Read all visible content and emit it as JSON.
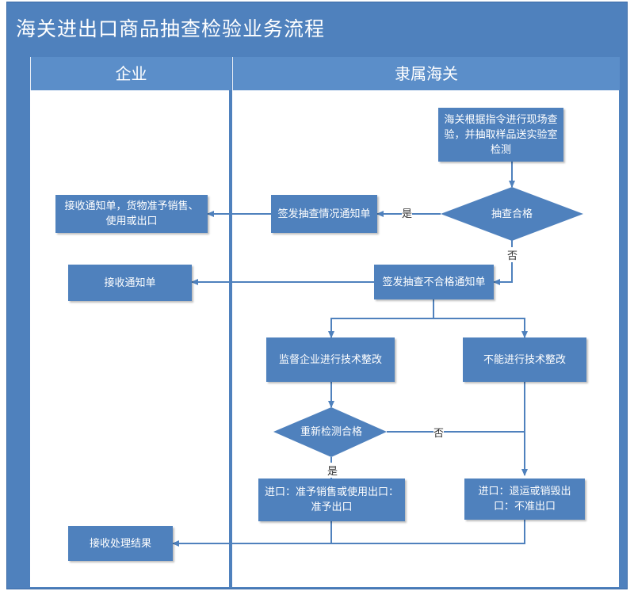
{
  "title": "海关进出口商品抽查检验业务流程",
  "lanes": {
    "left": "企业",
    "right": "隶属海关"
  },
  "nodes": {
    "on_site_inspection": "海关根据指令进行现场查验，并抽取样品送实验室检测",
    "spot_check_pass": "抽查合格",
    "issue_pass_notice": "签发抽查情况通知单",
    "receive_notice_pass": "接收通知单，货物准予销售、使用或出口",
    "issue_fail_notice": "签发抽查不合格通知单",
    "receive_notice": "接收通知单",
    "supervise_rectify": "监督企业进行技术整改",
    "cannot_rectify": "不能进行技术整改",
    "retest_pass": "重新检测合格",
    "result_pass": "进口：准予销售或使用出口：准予出口",
    "result_fail": "进口：退运或销毁出口：不准出口",
    "receive_result": "接收处理结果"
  },
  "edge_labels": {
    "yes_1": "是",
    "no_1": "否",
    "no_2": "否",
    "yes_2": "是"
  },
  "colors": {
    "node_fill": "#4f81bd",
    "frame": "#4f81bd",
    "lane_header": "#5b8ec9",
    "connector": "#4f81bd"
  }
}
